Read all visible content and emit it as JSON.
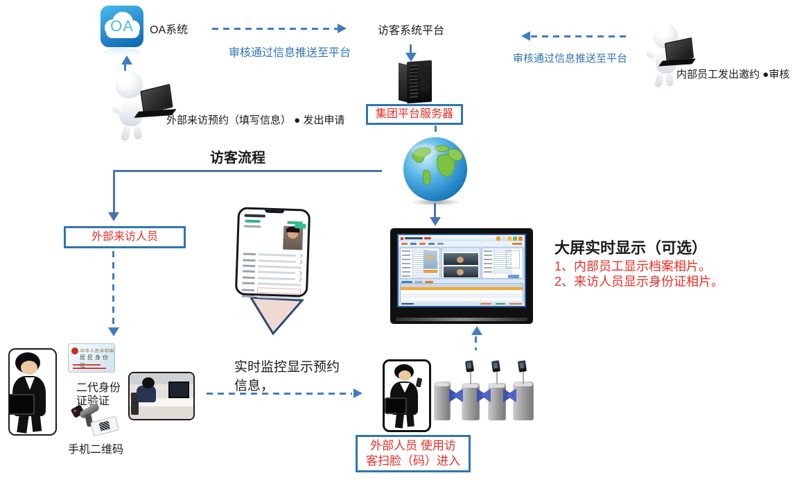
{
  "colors": {
    "accent_blue": "#2e74b5",
    "arrow_blue": "#3e7cc5",
    "line_blue": "#4a74ae",
    "red": "#ee2c22"
  },
  "oa": {
    "icon_text": "OA",
    "label": "OA系统"
  },
  "top_flow": {
    "push_left_caption": "审核通过信息推送至平台",
    "platform_label": "访客系统平台",
    "server_box_label": "集团平台服务器",
    "push_right_caption": "审核通过信息推送至平台",
    "internal_caption": "内部员工发出邀约 ●审核",
    "external_caption": "外部来访预约（填写信息） ● 发出申请"
  },
  "flow": {
    "title": "访客流程",
    "external_visitor_box": "外部来访人员"
  },
  "verify": {
    "id_card_country": "中华人民共和国",
    "id_card_title": "居民身份证",
    "id_label_line1": "二代身份",
    "id_label_line2": "证验证",
    "qr_label": "手机二维码"
  },
  "monitoring": {
    "caption_line1": "实时监控显示预约",
    "caption_line2": "信息，",
    "entry_box_line1": "外部人员 使用访",
    "entry_box_line2": "客扫脸（码）进入"
  },
  "display": {
    "title": "大屏实时显示（可选）",
    "note1": "1、内部员工显示档案相片。",
    "note2": "2、来访人员显示身份证相片。"
  }
}
